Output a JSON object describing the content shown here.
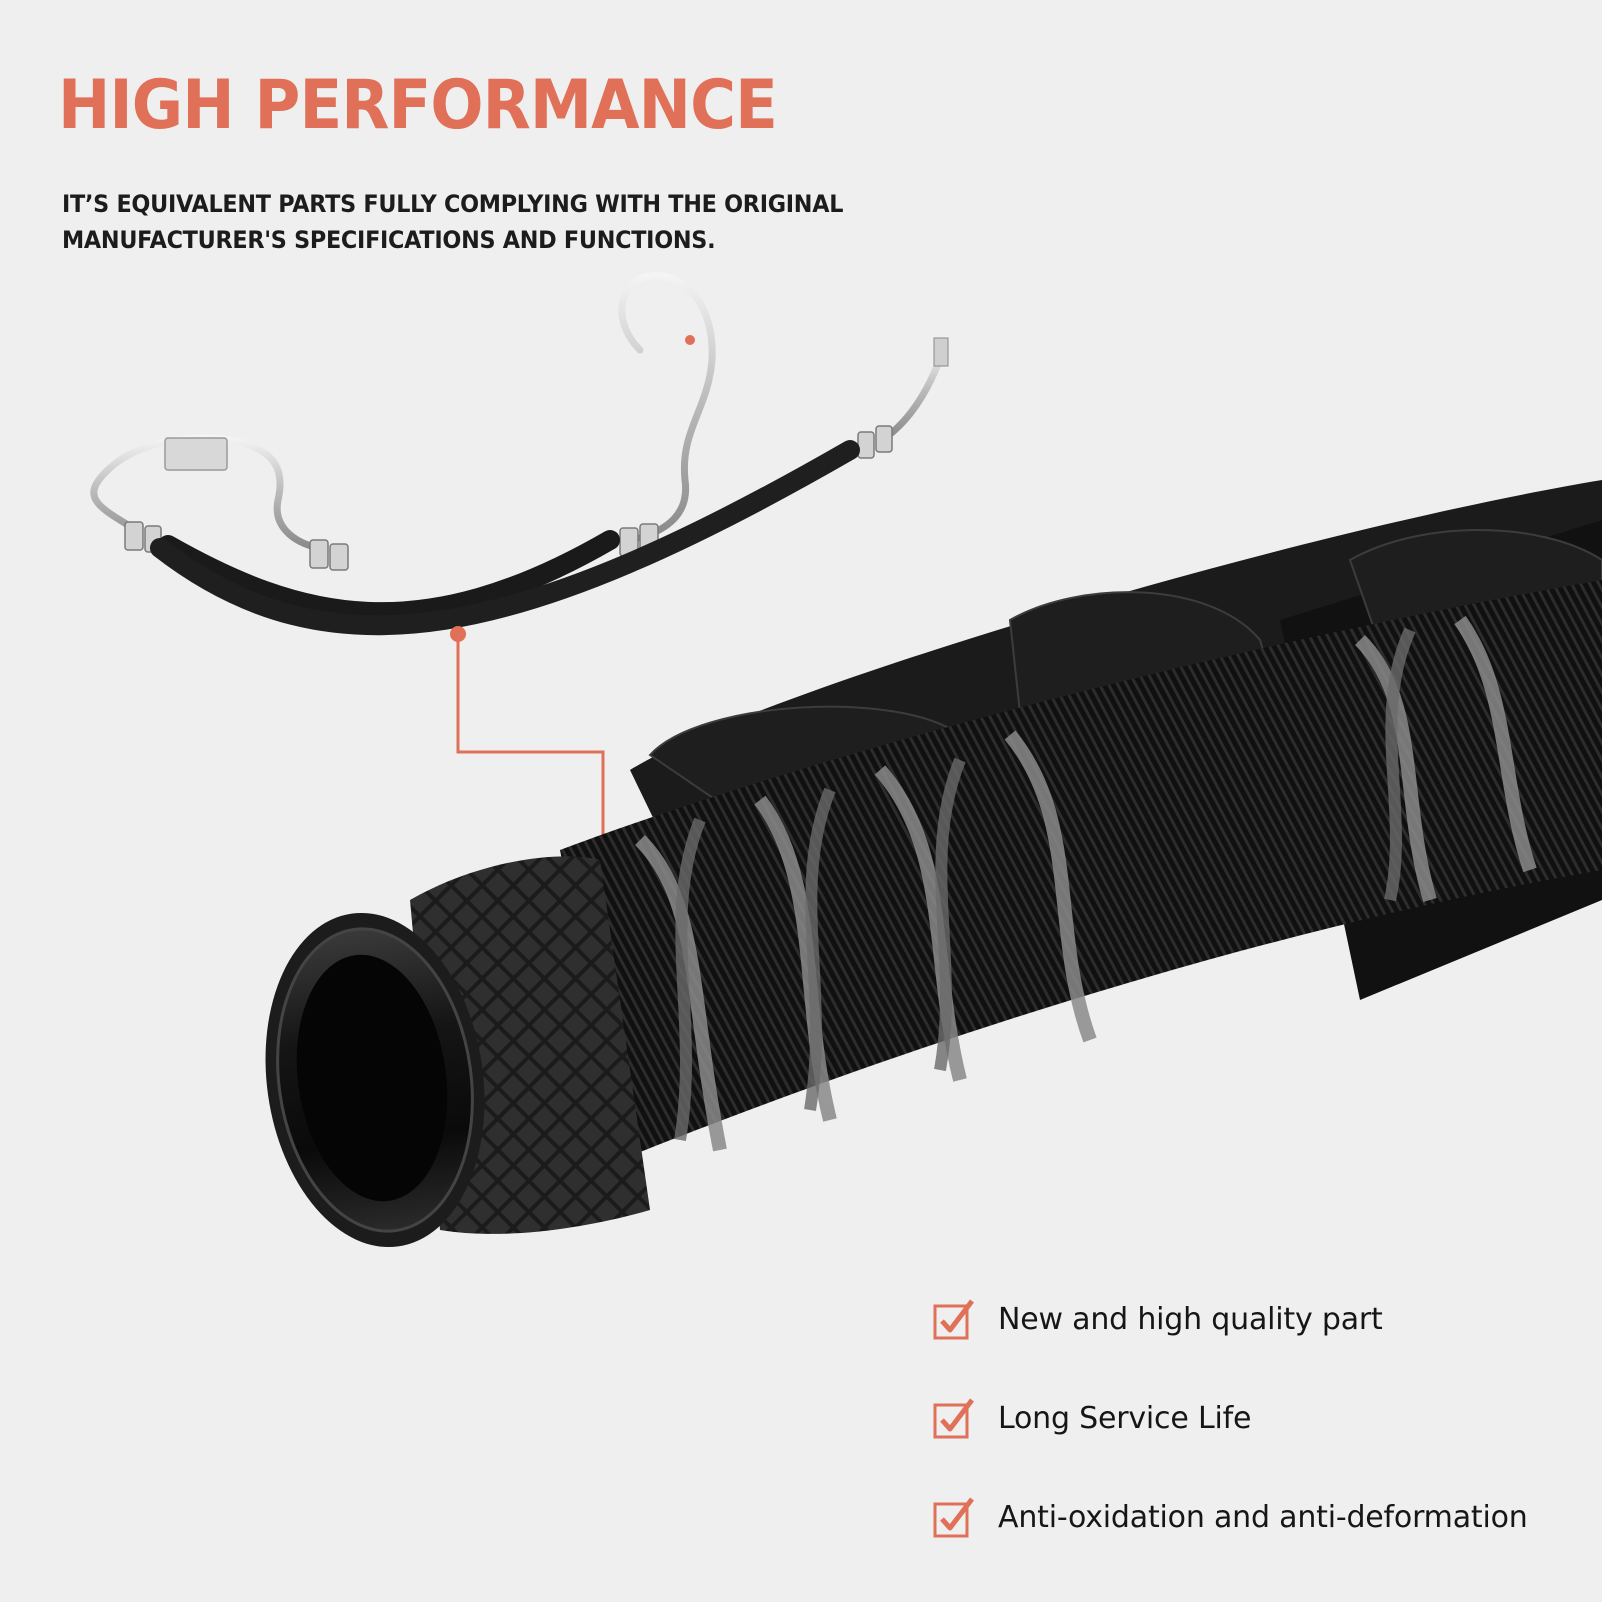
{
  "headline": "HIGH PERFORMANCE",
  "subline": "IT’S EQUIVALENT PARTS FULLY COMPLYING WITH THE ORIGINAL MANUFACTURER'S SPECIFICATIONS AND FUNCTIONS.",
  "features": [
    "New and high quality part",
    "Long Service Life",
    "Anti-oxidation and anti-deformation"
  ],
  "colors": {
    "accent": "#e07058",
    "text": "#1c1c1c",
    "background": "#efefef",
    "hose": "#1a1a1a",
    "steel": "#c9c9c9"
  },
  "icons": {
    "feature_bullet": "checkbox-checked-icon"
  }
}
